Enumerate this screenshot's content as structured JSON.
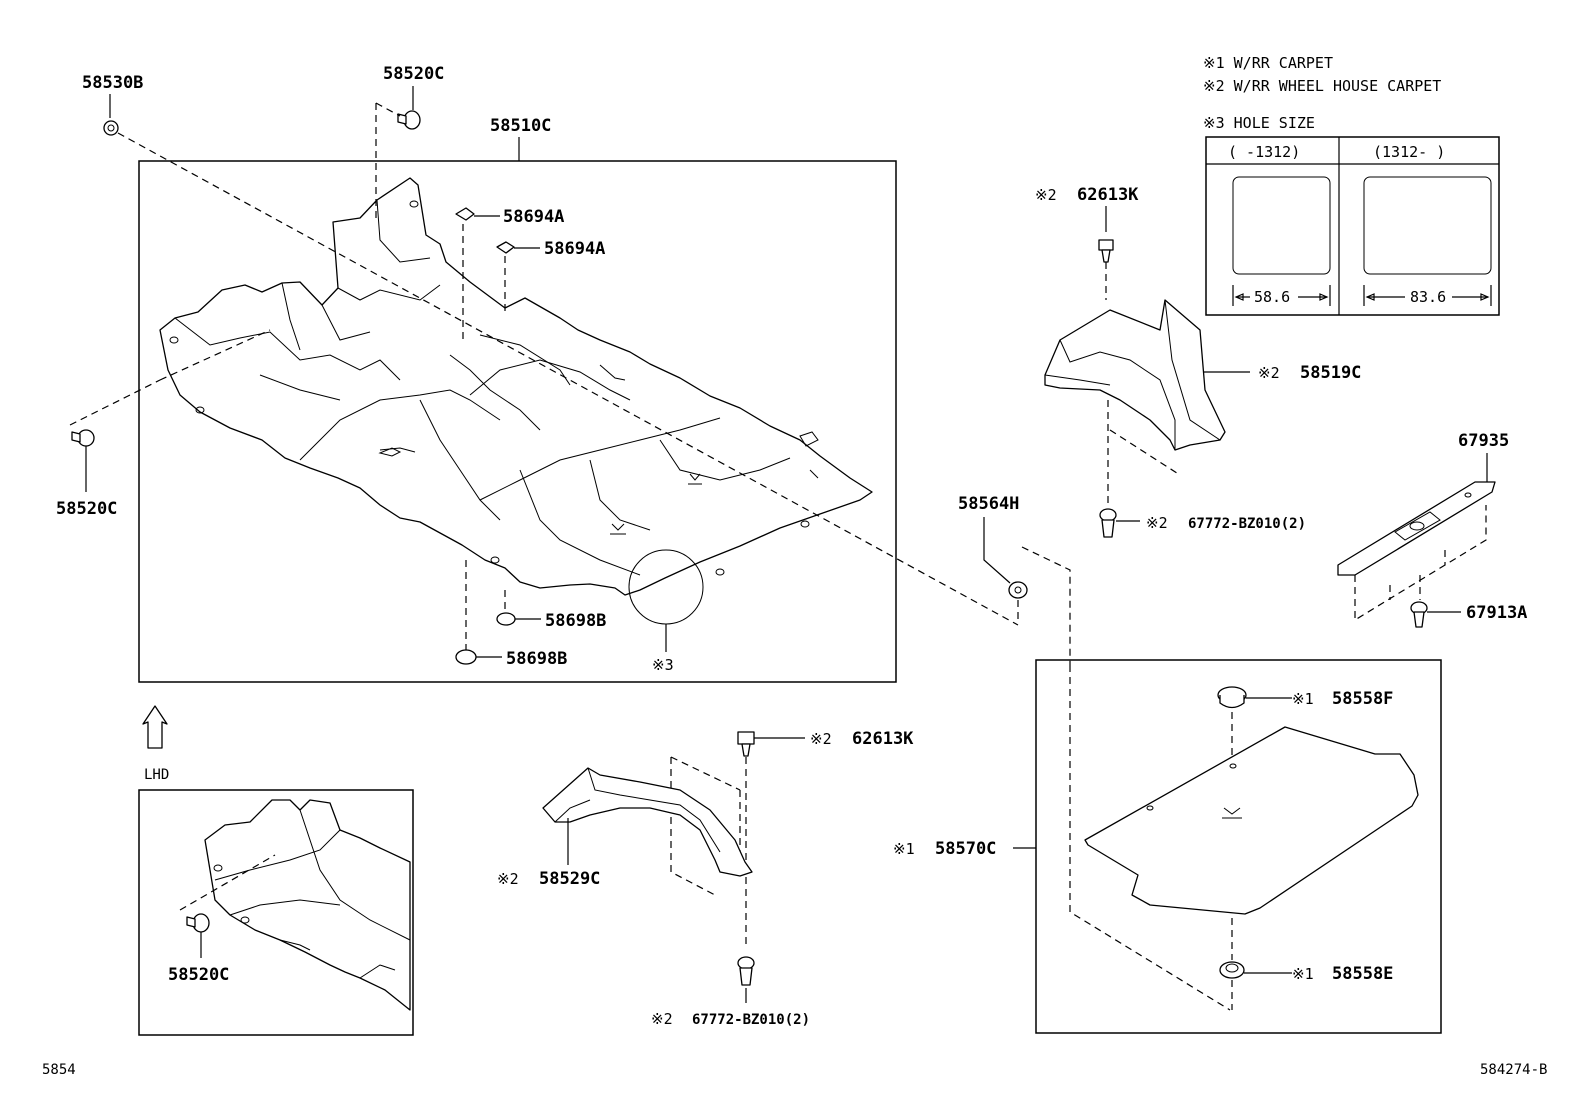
{
  "notes": {
    "n1": "※1 W/RR CARPET",
    "n2": "※2 W/RR WHEEL HOUSE CARPET",
    "n3": "※3 HOLE SIZE"
  },
  "hole_table": {
    "col1_header": "(     -1312)",
    "col2_header": "(1312-     )",
    "col1_dim": "58.6",
    "col2_dim": "83.6"
  },
  "labels": {
    "p58530B": "58530B",
    "p58520C_top": "58520C",
    "p58510C": "58510C",
    "p58694A_1": "58694A",
    "p58694A_2": "58694A",
    "p58520C_left": "58520C",
    "p58698B_1": "58698B",
    "p58698B_2": "58698B",
    "mark3": "※3",
    "lhd": "LHD",
    "p58520C_lhd": "58520C",
    "p62613K_top_mark": "※2",
    "p62613K_top": "62613K",
    "p58519C_mark": "※2",
    "p58519C": "58519C",
    "p67772_top_mark": "※2",
    "p67772_top": "67772-BZ010(2)",
    "p58564H": "58564H",
    "p67935": "67935",
    "p67913A": "67913A",
    "p62613K_bot_mark": "※2",
    "p62613K_bot": "62613K",
    "p58529C_mark": "※2",
    "p58529C": "58529C",
    "p67772_bot_mark": "※2",
    "p67772_bot": "67772-BZ010(2)",
    "p58558F_mark": "※1",
    "p58558F": "58558F",
    "p58570C_mark": "※1",
    "p58570C": "58570C",
    "p58558E_mark": "※1",
    "p58558E": "58558E"
  },
  "footer": {
    "left_code": "5854",
    "right_code": "584274-B"
  },
  "icons": [
    "clip-icon",
    "grommet-icon",
    "arrow-up-icon"
  ]
}
